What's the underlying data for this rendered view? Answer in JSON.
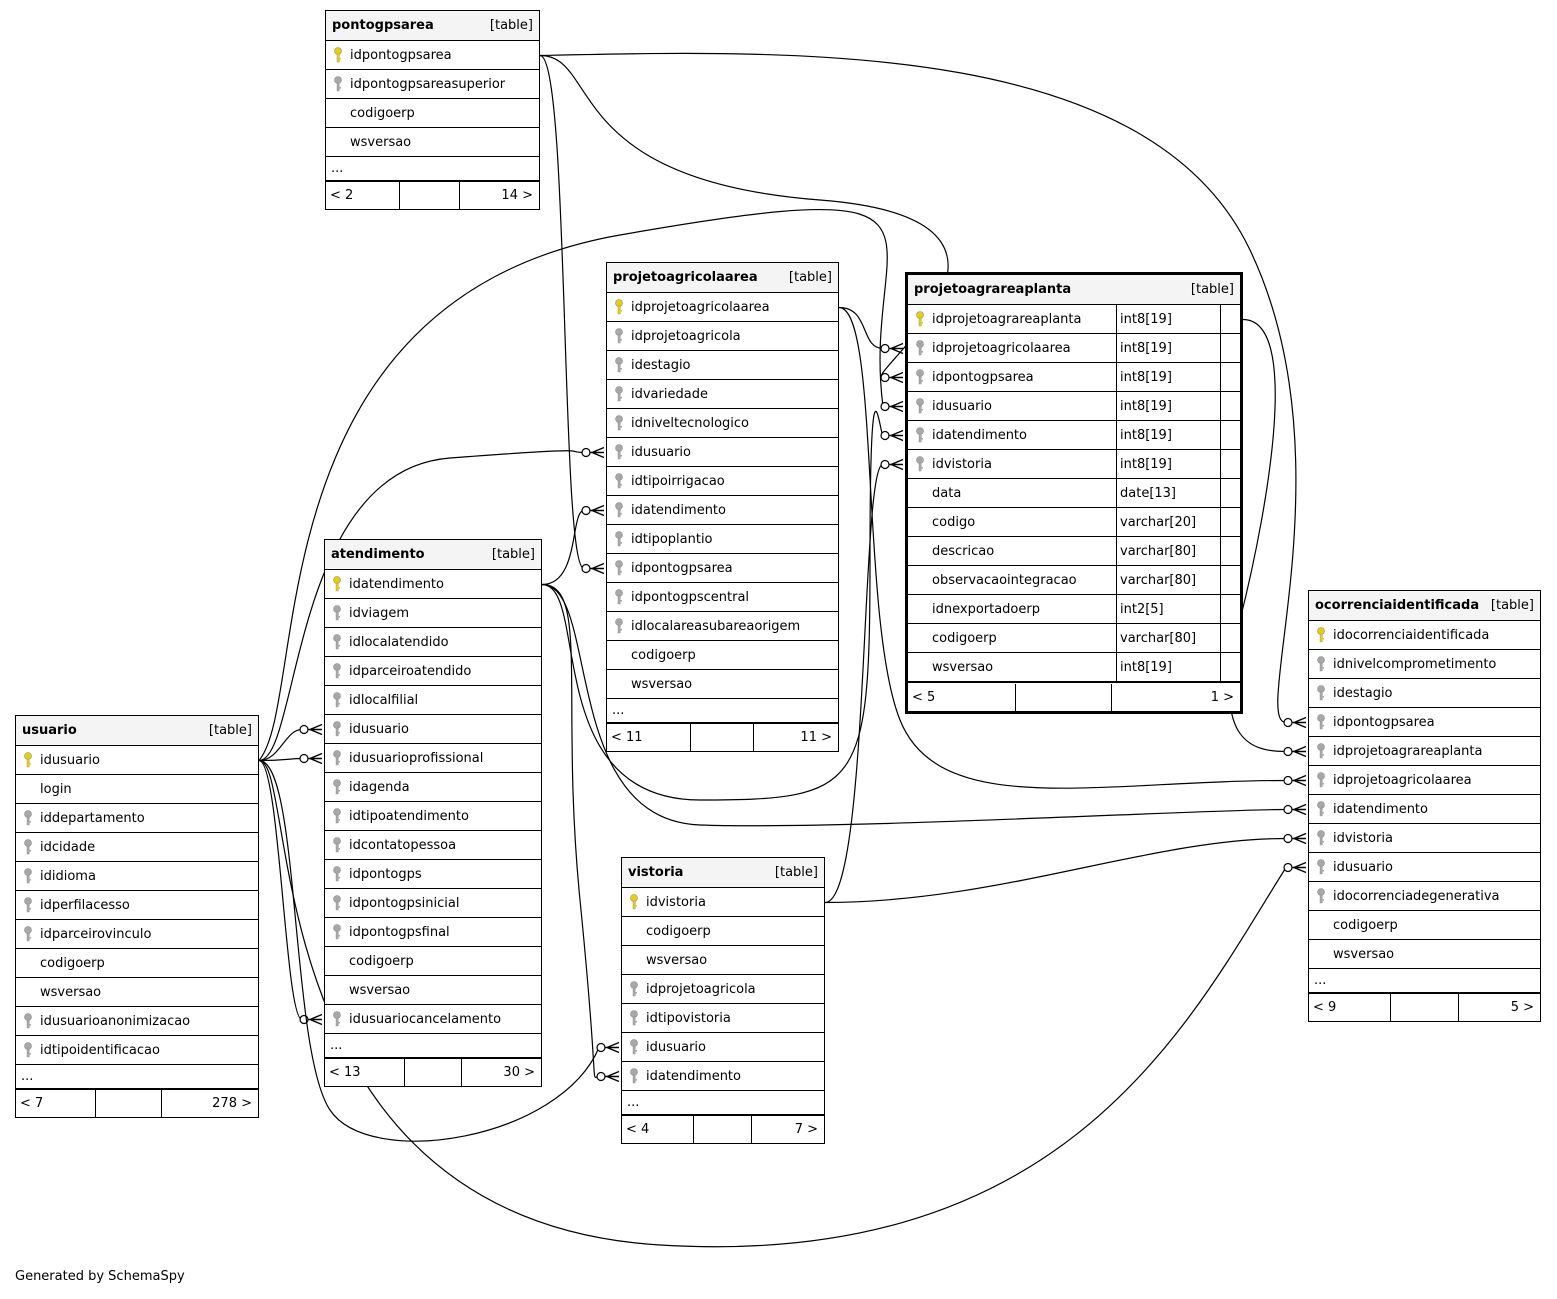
{
  "footer": "Generated by SchemaSpy",
  "colors": {
    "primary_key": "#e8d000",
    "foreign_key": "#a8a8a8",
    "header_bg": "#f4f4f4"
  },
  "tables": {
    "pontogpsarea": {
      "name": "pontogpsarea",
      "kind": "[table]",
      "columns": [
        {
          "name": "idpontogpsarea",
          "key": "pk"
        },
        {
          "name": "idpontogpsareasuperior",
          "key": "fk"
        },
        {
          "name": "codigoerp",
          "key": ""
        },
        {
          "name": "wsversao",
          "key": ""
        }
      ],
      "ellipsis": "...",
      "footer": {
        "parents": "< 2",
        "middle": "",
        "children": "14 >"
      }
    },
    "projetoagricolaarea": {
      "name": "projetoagricolaarea",
      "kind": "[table]",
      "columns": [
        {
          "name": "idprojetoagricolaarea",
          "key": "pk"
        },
        {
          "name": "idprojetoagricola",
          "key": "fk"
        },
        {
          "name": "idestagio",
          "key": "fk"
        },
        {
          "name": "idvariedade",
          "key": "fk"
        },
        {
          "name": "idniveltecnologico",
          "key": "fk"
        },
        {
          "name": "idusuario",
          "key": "fk"
        },
        {
          "name": "idtipoirrigacao",
          "key": "fk"
        },
        {
          "name": "idatendimento",
          "key": "fk"
        },
        {
          "name": "idtipoplantio",
          "key": "fk"
        },
        {
          "name": "idpontogpsarea",
          "key": "fk"
        },
        {
          "name": "idpontogpscentral",
          "key": "fk"
        },
        {
          "name": "idlocalareasubareaorigem",
          "key": "fk"
        },
        {
          "name": "codigoerp",
          "key": ""
        },
        {
          "name": "wsversao",
          "key": ""
        }
      ],
      "ellipsis": "...",
      "footer": {
        "parents": "< 11",
        "middle": "",
        "children": "11 >"
      }
    },
    "projetoagrareaplanta": {
      "name": "projetoagrareaplanta",
      "kind": "[table]",
      "columns": [
        {
          "name": "idprojetoagrareaplanta",
          "key": "pk",
          "type": "int8[19]"
        },
        {
          "name": "idprojetoagricolaarea",
          "key": "fk",
          "type": "int8[19]"
        },
        {
          "name": "idpontogpsarea",
          "key": "fk",
          "type": "int8[19]"
        },
        {
          "name": "idusuario",
          "key": "fk",
          "type": "int8[19]"
        },
        {
          "name": "idatendimento",
          "key": "fk",
          "type": "int8[19]"
        },
        {
          "name": "idvistoria",
          "key": "fk",
          "type": "int8[19]"
        },
        {
          "name": "data",
          "key": "",
          "type": "date[13]"
        },
        {
          "name": "codigo",
          "key": "",
          "type": "varchar[20]"
        },
        {
          "name": "descricao",
          "key": "",
          "type": "varchar[80]"
        },
        {
          "name": "observacaointegracao",
          "key": "",
          "type": "varchar[80]"
        },
        {
          "name": "idnexportadoerp",
          "key": "",
          "type": "int2[5]"
        },
        {
          "name": "codigoerp",
          "key": "",
          "type": "varchar[80]"
        },
        {
          "name": "wsversao",
          "key": "",
          "type": "int8[19]"
        }
      ],
      "footer": {
        "parents": "< 5",
        "middle": "",
        "children": "1 >"
      }
    },
    "atendimento": {
      "name": "atendimento",
      "kind": "[table]",
      "columns": [
        {
          "name": "idatendimento",
          "key": "pk"
        },
        {
          "name": "idviagem",
          "key": "fk"
        },
        {
          "name": "idlocalatendido",
          "key": "fk"
        },
        {
          "name": "idparceiroatendido",
          "key": "fk"
        },
        {
          "name": "idlocalfilial",
          "key": "fk"
        },
        {
          "name": "idusuario",
          "key": "fk"
        },
        {
          "name": "idusuarioprofissional",
          "key": "fk"
        },
        {
          "name": "idagenda",
          "key": "fk"
        },
        {
          "name": "idtipoatendimento",
          "key": "fk"
        },
        {
          "name": "idcontatopessoa",
          "key": "fk"
        },
        {
          "name": "idpontogps",
          "key": "fk"
        },
        {
          "name": "idpontogpsinicial",
          "key": "fk"
        },
        {
          "name": "idpontogpsfinal",
          "key": "fk"
        },
        {
          "name": "codigoerp",
          "key": ""
        },
        {
          "name": "wsversao",
          "key": ""
        },
        {
          "name": "idusuariocancelamento",
          "key": "fk"
        }
      ],
      "ellipsis": "...",
      "footer": {
        "parents": "< 13",
        "middle": "",
        "children": "30 >"
      }
    },
    "usuario": {
      "name": "usuario",
      "kind": "[table]",
      "columns": [
        {
          "name": "idusuario",
          "key": "pk"
        },
        {
          "name": "login",
          "key": ""
        },
        {
          "name": "iddepartamento",
          "key": "fk"
        },
        {
          "name": "idcidade",
          "key": "fk"
        },
        {
          "name": "ididioma",
          "key": "fk"
        },
        {
          "name": "idperfilacesso",
          "key": "fk"
        },
        {
          "name": "idparceirovinculo",
          "key": "fk"
        },
        {
          "name": "codigoerp",
          "key": ""
        },
        {
          "name": "wsversao",
          "key": ""
        },
        {
          "name": "idusuarioanonimizacao",
          "key": "fk"
        },
        {
          "name": "idtipoidentificacao",
          "key": "fk"
        }
      ],
      "ellipsis": "...",
      "footer": {
        "parents": "< 7",
        "middle": "",
        "children": "278 >"
      }
    },
    "vistoria": {
      "name": "vistoria",
      "kind": "[table]",
      "columns": [
        {
          "name": "idvistoria",
          "key": "pk"
        },
        {
          "name": "codigoerp",
          "key": ""
        },
        {
          "name": "wsversao",
          "key": ""
        },
        {
          "name": "idprojetoagricola",
          "key": "fk"
        },
        {
          "name": "idtipovistoria",
          "key": "fk"
        },
        {
          "name": "idusuario",
          "key": "fk"
        },
        {
          "name": "idatendimento",
          "key": "fk"
        }
      ],
      "ellipsis": "...",
      "footer": {
        "parents": "< 4",
        "middle": "",
        "children": "7 >"
      }
    },
    "ocorrenciaidentificada": {
      "name": "ocorrenciaidentificada",
      "kind": "[table]",
      "columns": [
        {
          "name": "idocorrenciaidentificada",
          "key": "pk"
        },
        {
          "name": "idnivelcomprometimento",
          "key": "fk"
        },
        {
          "name": "idestagio",
          "key": "fk"
        },
        {
          "name": "idpontogpsarea",
          "key": "fk"
        },
        {
          "name": "idprojetoagrareaplanta",
          "key": "fk"
        },
        {
          "name": "idprojetoagricolaarea",
          "key": "fk"
        },
        {
          "name": "idatendimento",
          "key": "fk"
        },
        {
          "name": "idvistoria",
          "key": "fk"
        },
        {
          "name": "idusuario",
          "key": "fk"
        },
        {
          "name": "idocorrenciadegenerativa",
          "key": "fk"
        },
        {
          "name": "codigoerp",
          "key": ""
        },
        {
          "name": "wsversao",
          "key": ""
        }
      ],
      "ellipsis": "...",
      "footer": {
        "parents": "< 9",
        "middle": "",
        "children": "5 >"
      }
    }
  }
}
